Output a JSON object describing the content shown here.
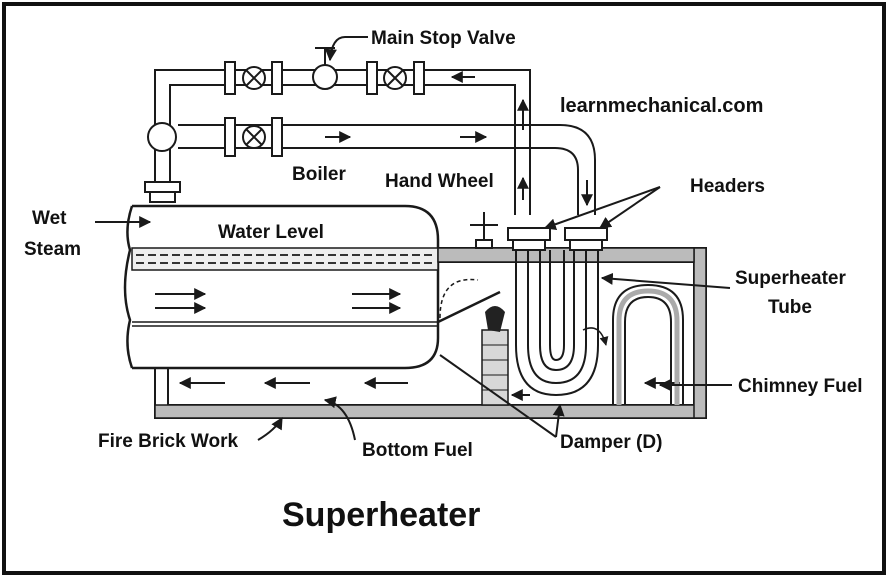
{
  "diagram": {
    "title": "Superheater",
    "watermark": "learnmechanical.com",
    "labels": {
      "main_stop_valve": "Main Stop Valve",
      "boiler": "Boiler",
      "hand_wheel": "Hand Wheel",
      "headers": "Headers",
      "wet": "Wet",
      "steam": "Steam",
      "water_level": "Water Level",
      "superheater": "Superheater",
      "tube": "Tube",
      "chimney_fuel": "Chimney Fuel",
      "fire_brick_work": "Fire Brick Work",
      "bottom_fuel": "Bottom Fuel",
      "damper": "Damper (D)"
    }
  }
}
